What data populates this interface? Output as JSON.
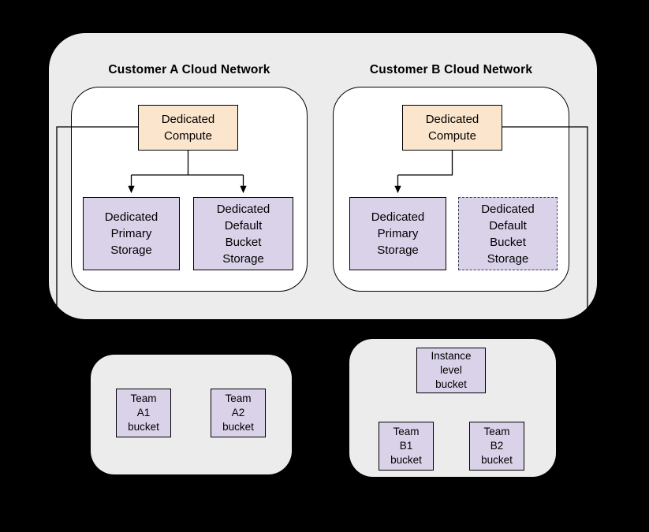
{
  "colors": {
    "canvas_background": "#000000",
    "group_background": "#ececec",
    "network_background": "#ffffff",
    "compute_fill": "#fce5cd",
    "storage_fill": "#d9d2e9",
    "solid_border": "#000000",
    "dashed_border": "#3d3d5c"
  },
  "networks": [
    {
      "title": "Customer A Cloud Network",
      "compute_label": "Dedicated\nCompute",
      "primary_storage_label": "Dedicated\nPrimary\nStorage",
      "default_bucket_label": "Dedicated\nDefault\nBucket\nStorage"
    },
    {
      "title": "Customer B Cloud Network",
      "compute_label": "Dedicated\nCompute",
      "primary_storage_label": "Dedicated\nPrimary\nStorage",
      "default_bucket_label": "Dedicated\nDefault\nBucket\nStorage"
    }
  ],
  "bucket_groups": [
    {
      "buckets": [
        "Team\nA1\nbucket",
        "Team\nA2\nbucket"
      ]
    },
    {
      "instance_bucket_label": "Instance\nlevel\nbucket",
      "buckets": [
        "Team\nB1\nbucket",
        "Team\nB2\nbucket"
      ]
    }
  ]
}
